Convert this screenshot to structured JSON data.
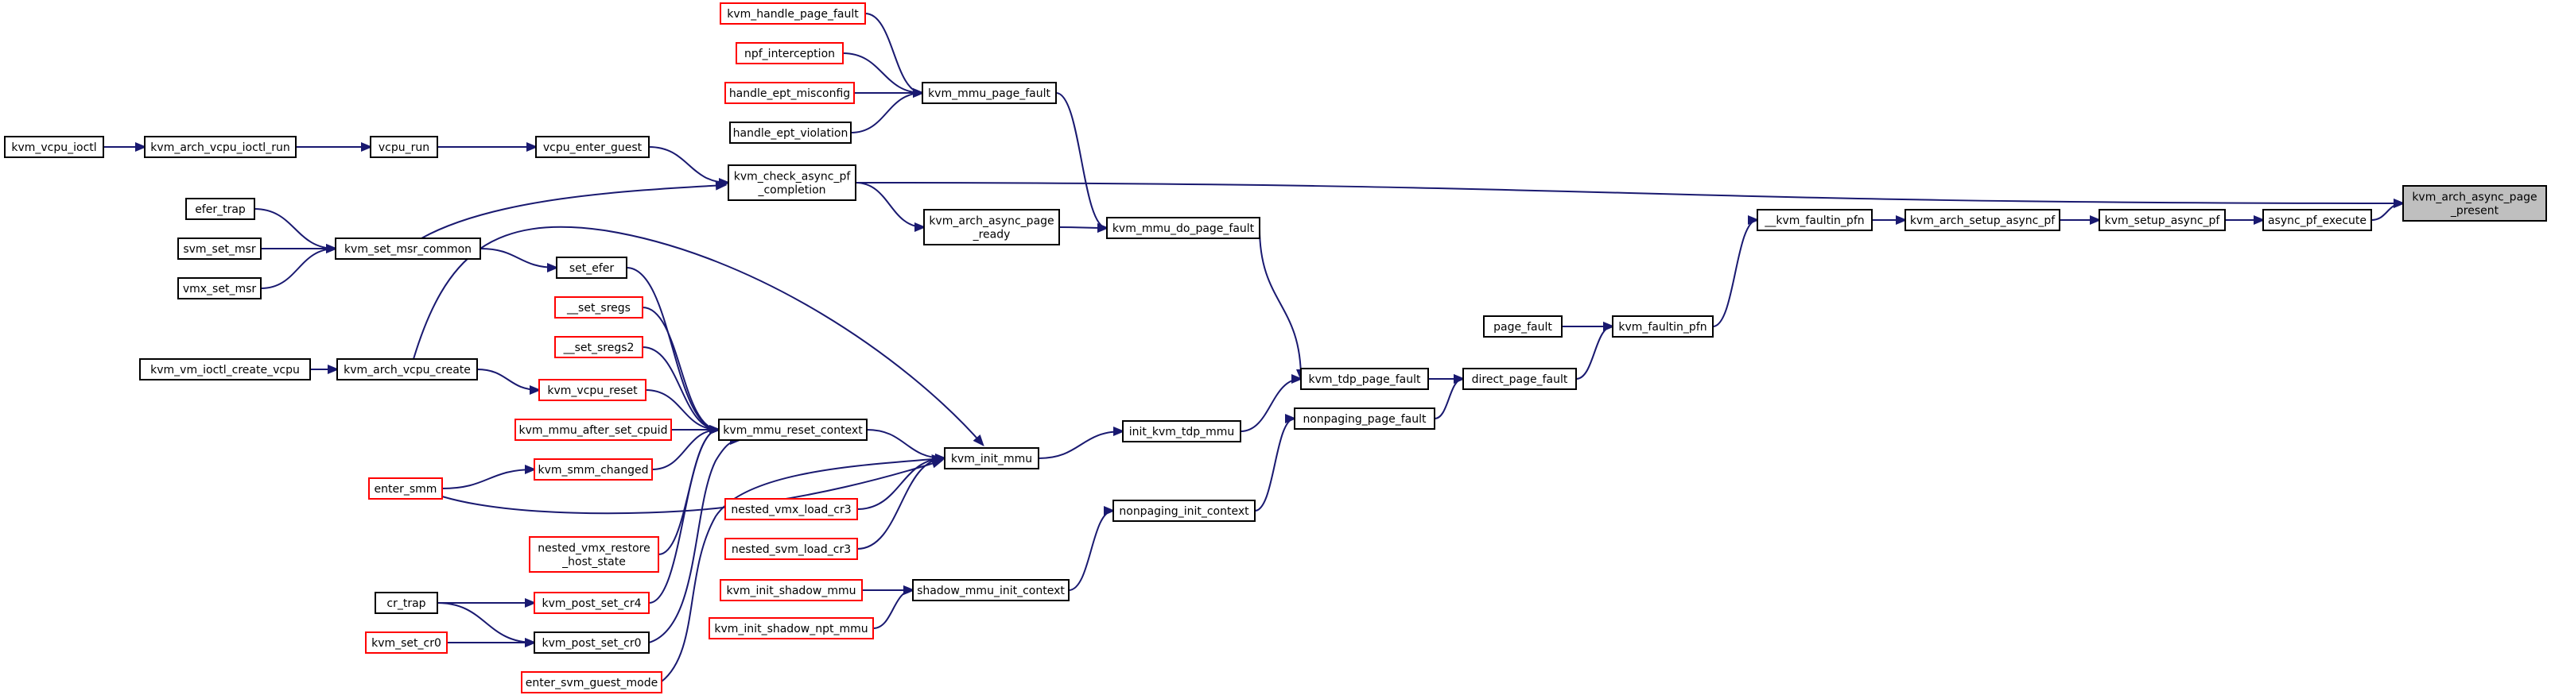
{
  "colors": {
    "edge": "#191970",
    "node_border": "#000000",
    "truncated_border": "#ff0000",
    "root_fill": "#bfbfbf"
  },
  "nodes": [
    {
      "id": "kvm_handle_page_fault",
      "lines": [
        "kvm_handle_page_fault"
      ],
      "style": "trunc"
    },
    {
      "id": "npf_interception",
      "lines": [
        "npf_interception"
      ],
      "style": "trunc"
    },
    {
      "id": "handle_ept_misconfig",
      "lines": [
        "handle_ept_misconfig"
      ],
      "style": "trunc"
    },
    {
      "id": "handle_ept_violation",
      "lines": [
        "handle_ept_violation"
      ],
      "style": "normal"
    },
    {
      "id": "kvm_mmu_page_fault",
      "lines": [
        "kvm_mmu_page_fault"
      ],
      "style": "normal"
    },
    {
      "id": "kvm_vcpu_ioctl",
      "lines": [
        "kvm_vcpu_ioctl"
      ],
      "style": "normal"
    },
    {
      "id": "kvm_arch_vcpu_ioctl_run",
      "lines": [
        "kvm_arch_vcpu_ioctl_run"
      ],
      "style": "normal"
    },
    {
      "id": "vcpu_run",
      "lines": [
        "vcpu_run"
      ],
      "style": "normal"
    },
    {
      "id": "vcpu_enter_guest",
      "lines": [
        "vcpu_enter_guest"
      ],
      "style": "normal"
    },
    {
      "id": "kvm_check_async_pf_completion",
      "lines": [
        "kvm_check_async_pf",
        "_completion"
      ],
      "style": "normal"
    },
    {
      "id": "kvm_arch_async_page_present",
      "lines": [
        "kvm_arch_async_page",
        "_present"
      ],
      "style": "root"
    },
    {
      "id": "efer_trap",
      "lines": [
        "efer_trap"
      ],
      "style": "normal"
    },
    {
      "id": "svm_set_msr",
      "lines": [
        "svm_set_msr"
      ],
      "style": "normal"
    },
    {
      "id": "vmx_set_msr",
      "lines": [
        "vmx_set_msr"
      ],
      "style": "normal"
    },
    {
      "id": "kvm_set_msr_common",
      "lines": [
        "kvm_set_msr_common"
      ],
      "style": "normal"
    },
    {
      "id": "kvm_arch_async_page_ready",
      "lines": [
        "kvm_arch_async_page",
        "_ready"
      ],
      "style": "normal"
    },
    {
      "id": "kvm_mmu_do_page_fault",
      "lines": [
        "kvm_mmu_do_page_fault"
      ],
      "style": "normal"
    },
    {
      "id": "kvm_faultin_pfn_inner",
      "lines": [
        "__kvm_faultin_pfn"
      ],
      "style": "normal"
    },
    {
      "id": "kvm_arch_setup_async_pf",
      "lines": [
        "kvm_arch_setup_async_pf"
      ],
      "style": "normal"
    },
    {
      "id": "kvm_setup_async_pf",
      "lines": [
        "kvm_setup_async_pf"
      ],
      "style": "normal"
    },
    {
      "id": "async_pf_execute",
      "lines": [
        "async_pf_execute"
      ],
      "style": "normal"
    },
    {
      "id": "set_efer",
      "lines": [
        "set_efer"
      ],
      "style": "normal"
    },
    {
      "id": "set_sregs",
      "lines": [
        "__set_sregs"
      ],
      "style": "trunc"
    },
    {
      "id": "set_sregs2",
      "lines": [
        "__set_sregs2"
      ],
      "style": "trunc"
    },
    {
      "id": "kvm_vm_ioctl_create_vcpu",
      "lines": [
        "kvm_vm_ioctl_create_vcpu"
      ],
      "style": "normal"
    },
    {
      "id": "kvm_arch_vcpu_create",
      "lines": [
        "kvm_arch_vcpu_create"
      ],
      "style": "normal"
    },
    {
      "id": "kvm_vcpu_reset",
      "lines": [
        "kvm_vcpu_reset"
      ],
      "style": "trunc"
    },
    {
      "id": "page_fault",
      "lines": [
        "page_fault"
      ],
      "style": "normal"
    },
    {
      "id": "kvm_faultin_pfn",
      "lines": [
        "kvm_faultin_pfn"
      ],
      "style": "normal"
    },
    {
      "id": "kvm_tdp_page_fault",
      "lines": [
        "kvm_tdp_page_fault"
      ],
      "style": "normal"
    },
    {
      "id": "direct_page_fault",
      "lines": [
        "direct_page_fault"
      ],
      "style": "normal"
    },
    {
      "id": "nonpaging_page_fault",
      "lines": [
        "nonpaging_page_fault"
      ],
      "style": "normal"
    },
    {
      "id": "kvm_mmu_after_set_cpuid",
      "lines": [
        "kvm_mmu_after_set_cpuid"
      ],
      "style": "trunc"
    },
    {
      "id": "kvm_mmu_reset_context",
      "lines": [
        "kvm_mmu_reset_context"
      ],
      "style": "normal"
    },
    {
      "id": "init_kvm_tdp_mmu",
      "lines": [
        "init_kvm_tdp_mmu"
      ],
      "style": "normal"
    },
    {
      "id": "kvm_smm_changed",
      "lines": [
        "kvm_smm_changed"
      ],
      "style": "trunc"
    },
    {
      "id": "kvm_init_mmu",
      "lines": [
        "kvm_init_mmu"
      ],
      "style": "normal"
    },
    {
      "id": "enter_smm",
      "lines": [
        "enter_smm"
      ],
      "style": "trunc"
    },
    {
      "id": "nested_vmx_load_cr3",
      "lines": [
        "nested_vmx_load_cr3"
      ],
      "style": "trunc"
    },
    {
      "id": "nonpaging_init_context",
      "lines": [
        "nonpaging_init_context"
      ],
      "style": "normal"
    },
    {
      "id": "nested_vmx_restore_host_state",
      "lines": [
        "nested_vmx_restore",
        "_host_state"
      ],
      "style": "trunc"
    },
    {
      "id": "nested_svm_load_cr3",
      "lines": [
        "nested_svm_load_cr3"
      ],
      "style": "trunc"
    },
    {
      "id": "kvm_init_shadow_mmu",
      "lines": [
        "kvm_init_shadow_mmu"
      ],
      "style": "trunc"
    },
    {
      "id": "shadow_mmu_init_context",
      "lines": [
        "shadow_mmu_init_context"
      ],
      "style": "normal"
    },
    {
      "id": "cr_trap",
      "lines": [
        "cr_trap"
      ],
      "style": "normal"
    },
    {
      "id": "kvm_post_set_cr4",
      "lines": [
        "kvm_post_set_cr4"
      ],
      "style": "trunc"
    },
    {
      "id": "kvm_init_shadow_npt_mmu",
      "lines": [
        "kvm_init_shadow_npt_mmu"
      ],
      "style": "trunc"
    },
    {
      "id": "kvm_set_cr0",
      "lines": [
        "kvm_set_cr0"
      ],
      "style": "trunc"
    },
    {
      "id": "kvm_post_set_cr0",
      "lines": [
        "kvm_post_set_cr0"
      ],
      "style": "normal"
    },
    {
      "id": "enter_svm_guest_mode",
      "lines": [
        "enter_svm_guest_mode"
      ],
      "style": "trunc"
    }
  ],
  "edges": [
    {
      "from": "kvm_handle_page_fault",
      "to": "kvm_mmu_page_fault"
    },
    {
      "from": "npf_interception",
      "to": "kvm_mmu_page_fault"
    },
    {
      "from": "handle_ept_misconfig",
      "to": "kvm_mmu_page_fault"
    },
    {
      "from": "handle_ept_violation",
      "to": "kvm_mmu_page_fault"
    },
    {
      "from": "kvm_vcpu_ioctl",
      "to": "kvm_arch_vcpu_ioctl_run"
    },
    {
      "from": "kvm_arch_vcpu_ioctl_run",
      "to": "vcpu_run"
    },
    {
      "from": "vcpu_run",
      "to": "vcpu_enter_guest"
    },
    {
      "from": "vcpu_enter_guest",
      "to": "kvm_check_async_pf_completion"
    },
    {
      "from": "kvm_check_async_pf_completion",
      "to": "kvm_arch_async_page_present"
    },
    {
      "from": "kvm_check_async_pf_completion",
      "to": "kvm_arch_async_page_ready"
    },
    {
      "from": "kvm_set_msr_common",
      "to": "kvm_check_async_pf_completion"
    },
    {
      "from": "efer_trap",
      "to": "kvm_set_msr_common"
    },
    {
      "from": "svm_set_msr",
      "to": "kvm_set_msr_common"
    },
    {
      "from": "vmx_set_msr",
      "to": "kvm_set_msr_common"
    },
    {
      "from": "kvm_set_msr_common",
      "to": "set_efer"
    },
    {
      "from": "kvm_mmu_page_fault",
      "to": "kvm_mmu_do_page_fault"
    },
    {
      "from": "kvm_arch_async_page_ready",
      "to": "kvm_mmu_do_page_fault"
    },
    {
      "from": "kvm_mmu_do_page_fault",
      "to": "kvm_tdp_page_fault"
    },
    {
      "from": "kvm_faultin_pfn_inner",
      "to": "kvm_arch_setup_async_pf"
    },
    {
      "from": "kvm_arch_setup_async_pf",
      "to": "kvm_setup_async_pf"
    },
    {
      "from": "kvm_setup_async_pf",
      "to": "async_pf_execute"
    },
    {
      "from": "async_pf_execute",
      "to": "kvm_arch_async_page_present"
    },
    {
      "from": "kvm_faultin_pfn",
      "to": "kvm_faultin_pfn_inner"
    },
    {
      "from": "page_fault",
      "to": "kvm_faultin_pfn"
    },
    {
      "from": "direct_page_fault",
      "to": "kvm_faultin_pfn"
    },
    {
      "from": "kvm_tdp_page_fault",
      "to": "direct_page_fault"
    },
    {
      "from": "nonpaging_page_fault",
      "to": "direct_page_fault"
    },
    {
      "from": "init_kvm_tdp_mmu",
      "to": "kvm_tdp_page_fault"
    },
    {
      "from": "nonpaging_init_context",
      "to": "nonpaging_page_fault"
    },
    {
      "from": "kvm_init_mmu",
      "to": "init_kvm_tdp_mmu"
    },
    {
      "from": "shadow_mmu_init_context",
      "to": "nonpaging_init_context"
    },
    {
      "from": "kvm_vm_ioctl_create_vcpu",
      "to": "kvm_arch_vcpu_create"
    },
    {
      "from": "kvm_arch_vcpu_create",
      "to": "kvm_vcpu_reset"
    },
    {
      "from": "kvm_arch_vcpu_create",
      "to": "kvm_init_mmu"
    },
    {
      "from": "set_efer",
      "to": "kvm_mmu_reset_context"
    },
    {
      "from": "set_sregs",
      "to": "kvm_mmu_reset_context"
    },
    {
      "from": "set_sregs2",
      "to": "kvm_mmu_reset_context"
    },
    {
      "from": "kvm_vcpu_reset",
      "to": "kvm_mmu_reset_context"
    },
    {
      "from": "kvm_mmu_after_set_cpuid",
      "to": "kvm_mmu_reset_context"
    },
    {
      "from": "kvm_smm_changed",
      "to": "kvm_mmu_reset_context"
    },
    {
      "from": "enter_smm",
      "to": "kvm_smm_changed"
    },
    {
      "from": "enter_smm",
      "to": "kvm_init_mmu"
    },
    {
      "from": "nested_vmx_restore_host_state",
      "to": "kvm_mmu_reset_context"
    },
    {
      "from": "kvm_post_set_cr4",
      "to": "kvm_mmu_reset_context"
    },
    {
      "from": "kvm_post_set_cr0",
      "to": "kvm_mmu_reset_context"
    },
    {
      "from": "kvm_mmu_reset_context",
      "to": "kvm_init_mmu"
    },
    {
      "from": "nested_vmx_load_cr3",
      "to": "kvm_init_mmu"
    },
    {
      "from": "nested_svm_load_cr3",
      "to": "kvm_init_mmu"
    },
    {
      "from": "enter_svm_guest_mode",
      "to": "kvm_init_mmu"
    },
    {
      "from": "kvm_init_shadow_mmu",
      "to": "shadow_mmu_init_context"
    },
    {
      "from": "kvm_init_shadow_npt_mmu",
      "to": "shadow_mmu_init_context"
    },
    {
      "from": "cr_trap",
      "to": "kvm_post_set_cr4"
    },
    {
      "from": "cr_trap",
      "to": "kvm_post_set_cr0"
    },
    {
      "from": "kvm_set_cr0",
      "to": "kvm_post_set_cr0"
    }
  ]
}
